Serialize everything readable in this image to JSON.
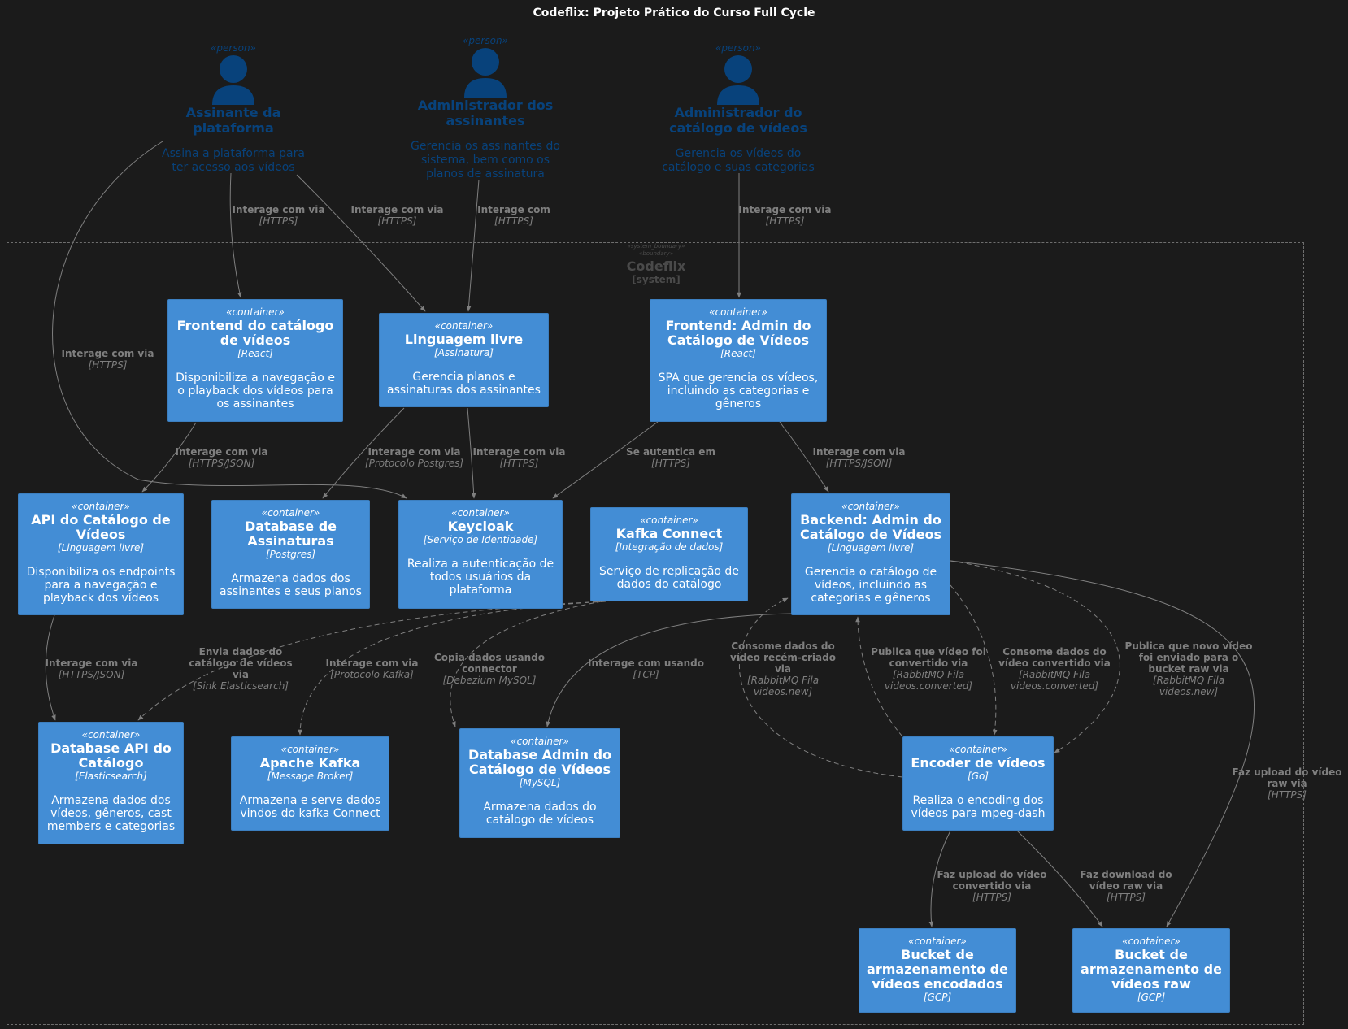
{
  "title": "Codeflix: Projeto Prático do Curso Full Cycle",
  "colors": {
    "background": "#1b1b1b",
    "person": "#08427b",
    "container_fill": "#438dd5",
    "container_text": "#ffffff",
    "relationship": "#7f7f7f",
    "boundary": "#6e6e6e"
  },
  "boundary": {
    "stereotype_1": "«system_boundary»",
    "stereotype_2": "«boundary»",
    "name": "Codeflix",
    "type": "[system]"
  },
  "persons": {
    "assinante": {
      "stereotype": "«person»",
      "name": "Assinante da plataforma",
      "description": "Assina a plataforma para ter acesso aos vídeos",
      "icon": "person-icon"
    },
    "admin_assinantes": {
      "stereotype": "«person»",
      "name": "Administrador dos assinantes",
      "description": "Gerencia os assinantes do sistema, bem como os planos de assinatura",
      "icon": "person-icon"
    },
    "admin_catalogo": {
      "stereotype": "«person»",
      "name": "Administrador do catálogo de vídeos",
      "description": "Gerencia os vídeos do catálogo e suas categorias",
      "icon": "person-icon"
    }
  },
  "containers": {
    "frontend_catalogo": {
      "stereotype": "«container»",
      "name": "Frontend do catálogo de vídeos",
      "technology": "[React]",
      "description": "Disponibiliza a navegação e o playback dos vídeos para os assinantes"
    },
    "linguagem_livre": {
      "stereotype": "«container»",
      "name": "Linguagem livre",
      "technology": "[Assinatura]",
      "description": "Gerencia planos e assinaturas dos assinantes"
    },
    "frontend_admin": {
      "stereotype": "«container»",
      "name": "Frontend: Admin do Catálogo de Vídeos",
      "technology": "[React]",
      "description": "SPA que gerencia os vídeos, incluindo as categorias e gêneros"
    },
    "api_catalogo": {
      "stereotype": "«container»",
      "name": "API do Catálogo de Vídeos",
      "technology": "[Linguagem livre]",
      "description": "Disponibiliza os endpoints para a navegação e playback dos vídeos"
    },
    "db_assinaturas": {
      "stereotype": "«container»",
      "name": "Database de Assinaturas",
      "technology": "[Postgres]",
      "description": "Armazena dados dos assinantes e seus planos"
    },
    "keycloak": {
      "stereotype": "«container»",
      "name": "Keycloak",
      "technology": "[Serviço de Identidade]",
      "description": "Realiza a autenticação de todos usuários da plataforma"
    },
    "kafka_connect": {
      "stereotype": "«container»",
      "name": "Kafka Connect",
      "technology": "[Integração de dados]",
      "description": "Serviço de replicação de dados do catálogo"
    },
    "backend_admin": {
      "stereotype": "«container»",
      "name": "Backend: Admin do Catálogo de Vídeos",
      "technology": "[Linguagem livre]",
      "description": "Gerencia o catálogo de vídeos, incluindo as categorias e gêneros"
    },
    "db_api_catalogo": {
      "stereotype": "«container»",
      "name": "Database API do Catálogo",
      "technology": "[Elasticsearch]",
      "description": "Armazena dados dos vídeos, gêneros, cast members e categorias"
    },
    "apache_kafka": {
      "stereotype": "«container»",
      "name": "Apache Kafka",
      "technology": "[Message Broker]",
      "description": "Armazena e serve dados vindos do kafka Connect"
    },
    "db_admin": {
      "stereotype": "«container»",
      "name": "Database Admin do Catálogo de Vídeos",
      "technology": "[MySQL]",
      "description": "Armazena dados do catálogo de vídeos"
    },
    "encoder": {
      "stereotype": "«container»",
      "name": "Encoder de vídeos",
      "technology": "[Go]",
      "description": "Realiza o encoding dos vídeos para mpeg-dash"
    },
    "bucket_encodados": {
      "stereotype": "«container»",
      "name": "Bucket de armazenamento de vídeos encodados",
      "technology": "[GCP]",
      "description": ""
    },
    "bucket_raw": {
      "stereotype": "«container»",
      "name": "Bucket de armazenamento de vídeos raw",
      "technology": "[GCP]",
      "description": ""
    }
  },
  "relations": [
    {
      "from": "assinante",
      "to": "frontend_catalogo",
      "label": "Interage com via",
      "technology": "[HTTPS]",
      "dashed": false
    },
    {
      "from": "assinante",
      "to": "linguagem_livre",
      "label": "Interage com via",
      "technology": "[HTTPS]",
      "dashed": false
    },
    {
      "from": "admin_assinantes",
      "to": "linguagem_livre",
      "label": "Interage com",
      "technology": "[HTTPS]",
      "dashed": false
    },
    {
      "from": "admin_catalogo",
      "to": "frontend_admin",
      "label": "Interage com via",
      "technology": "[HTTPS]",
      "dashed": false
    },
    {
      "from": "assinante",
      "to": "keycloak",
      "label": "Interage com via",
      "technology": "[HTTPS]",
      "dashed": false
    },
    {
      "from": "frontend_catalogo",
      "to": "api_catalogo",
      "label": "Interage com via",
      "technology": "[HTTPS/JSON]",
      "dashed": false
    },
    {
      "from": "linguagem_livre",
      "to": "db_assinaturas",
      "label": "Interage com via",
      "technology": "[Protocolo Postgres]",
      "dashed": false
    },
    {
      "from": "linguagem_livre",
      "to": "keycloak",
      "label": "Interage com via",
      "technology": "[HTTPS]",
      "dashed": false
    },
    {
      "from": "frontend_admin",
      "to": "keycloak",
      "label": "Se autentica em",
      "technology": "[HTTPS]",
      "dashed": false
    },
    {
      "from": "frontend_admin",
      "to": "backend_admin",
      "label": "Interage com via",
      "technology": "[HTTPS/JSON]",
      "dashed": false
    },
    {
      "from": "api_catalogo",
      "to": "db_api_catalogo",
      "label": "Interage com via",
      "technology": "[HTTPS/JSON]",
      "dashed": false
    },
    {
      "from": "kafka_connect",
      "to": "db_api_catalogo",
      "label": "Envia dados do catálogo de vídeos via",
      "technology": "[Sink Elasticsearch]",
      "dashed": true
    },
    {
      "from": "kafka_connect",
      "to": "apache_kafka",
      "label": "Interage com via",
      "technology": "[Protocolo Kafka]",
      "dashed": true
    },
    {
      "from": "kafka_connect",
      "to": "db_admin",
      "label": "Copia dados usando connector",
      "technology": "[Debezium MySQL]",
      "dashed": true
    },
    {
      "from": "backend_admin",
      "to": "db_admin",
      "label": "Interage com usando",
      "technology": "[TCP]",
      "dashed": false
    },
    {
      "from": "encoder",
      "to": "backend_admin",
      "label": "Consome dados do vídeo recém-criado via",
      "technology": "[RabbitMQ Fila videos.new]",
      "dashed": true
    },
    {
      "from": "encoder",
      "to": "backend_admin",
      "label": "Publica que vídeo foi convertido via",
      "technology": "[RabbitMQ Fila videos.converted]",
      "dashed": true
    },
    {
      "from": "backend_admin",
      "to": "encoder",
      "label": "Consome dados do vídeo convertido via",
      "technology": "[RabbitMQ Fila videos.converted]",
      "dashed": true
    },
    {
      "from": "backend_admin",
      "to": "encoder",
      "label": "Publica que novo vídeo foi enviado para o bucket raw via",
      "technology": "[RabbitMQ Fila videos.new]",
      "dashed": true
    },
    {
      "from": "backend_admin",
      "to": "bucket_raw",
      "label": "Faz upload do vídeo raw via",
      "technology": "[HTTPS]",
      "dashed": false
    },
    {
      "from": "encoder",
      "to": "bucket_encodados",
      "label": "Faz upload do vídeo convertido via",
      "technology": "[HTTPS]",
      "dashed": false
    },
    {
      "from": "encoder",
      "to": "bucket_raw",
      "label": "Faz download do vídeo raw via",
      "technology": "[HTTPS]",
      "dashed": false
    }
  ]
}
